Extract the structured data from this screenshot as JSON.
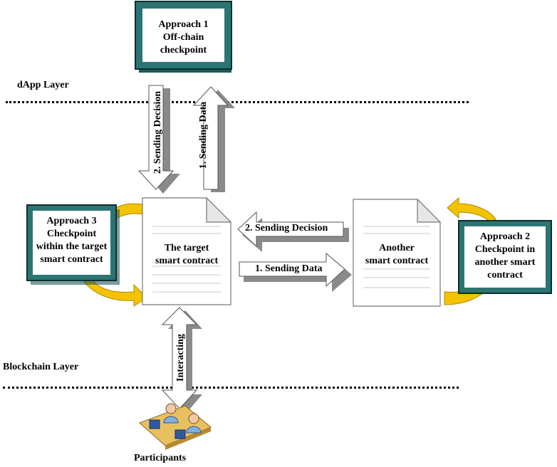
{
  "layers": {
    "dapp": "dApp Layer",
    "blockchain": "Blockchain Layer"
  },
  "approach1": {
    "line1": "Approach 1",
    "line2": "Off-chain",
    "line3": "checkpoint"
  },
  "approach2": {
    "line1": "Approach 2",
    "line2": "Checkpoint in",
    "line3": "another smart",
    "line4": "contract"
  },
  "approach3": {
    "line1": "Approach 3",
    "line2": "Checkpoint",
    "line3": "within the target",
    "line4": "smart contract"
  },
  "target_contract": {
    "line1": "The target",
    "line2": "smart contract"
  },
  "another_contract": {
    "line1": "Another",
    "line2": "smart contract"
  },
  "arrows": {
    "up_sending_decision": "2. Sending Decision",
    "up_sending_data": "1. Sending Data",
    "right_sending_decision": "2. Sending Decision",
    "right_sending_data": "1. Sending Data",
    "interacting": "Interacting"
  },
  "participants": "Participants",
  "colors": {
    "box_border": "#1e5a5a",
    "arrow_gray": "#a8a8a8",
    "curve_yellow": "#f3c300",
    "doc_line": "#c8c8c8"
  }
}
